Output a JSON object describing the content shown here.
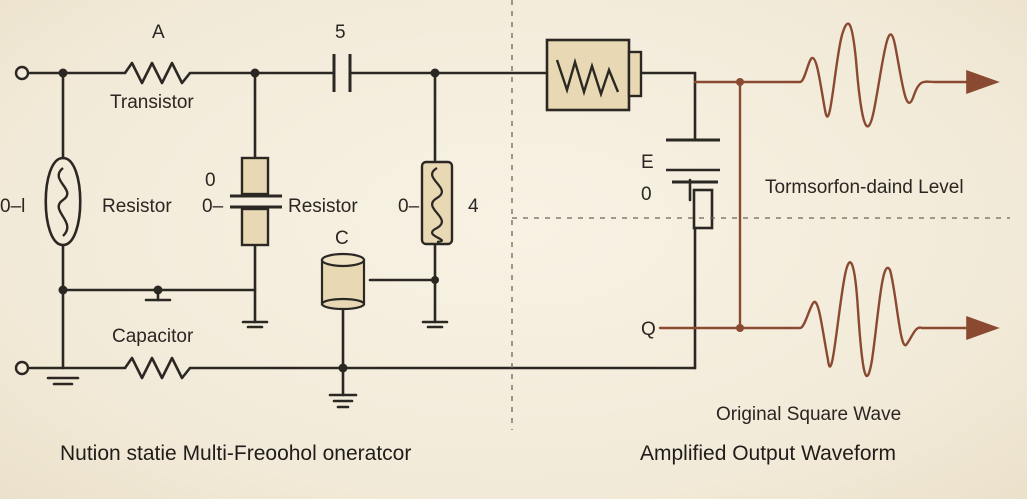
{
  "labels": {
    "resistor_top_letter": "A",
    "transistor": "Transistor",
    "capacitor_top_number": "5",
    "left_inductor_mark": "0–l",
    "resistor_left": "Resistor",
    "mid_zero_top": "0",
    "mid_zero_dash": "0–",
    "resistor_mid": "Resistor",
    "cap_c": "C",
    "right_inductor_dash": "0–",
    "right_inductor_num": "4",
    "capacitor_bottom": "Capacitor",
    "e_label": "E",
    "zero_label": "0",
    "q_label": "Q",
    "upper_wave_label": "Tormsorfon-daind Level",
    "lower_wave_label": "Original Square Wave"
  },
  "captions": {
    "left": "Nution statie Multi-Freoohol oneratcor",
    "right": "Amplified Output Waveform"
  },
  "colors": {
    "wire": "#2b2824",
    "output_wire": "#8a4a32",
    "component_fill": "#e8d9b4",
    "background": "#f3ecdc"
  }
}
